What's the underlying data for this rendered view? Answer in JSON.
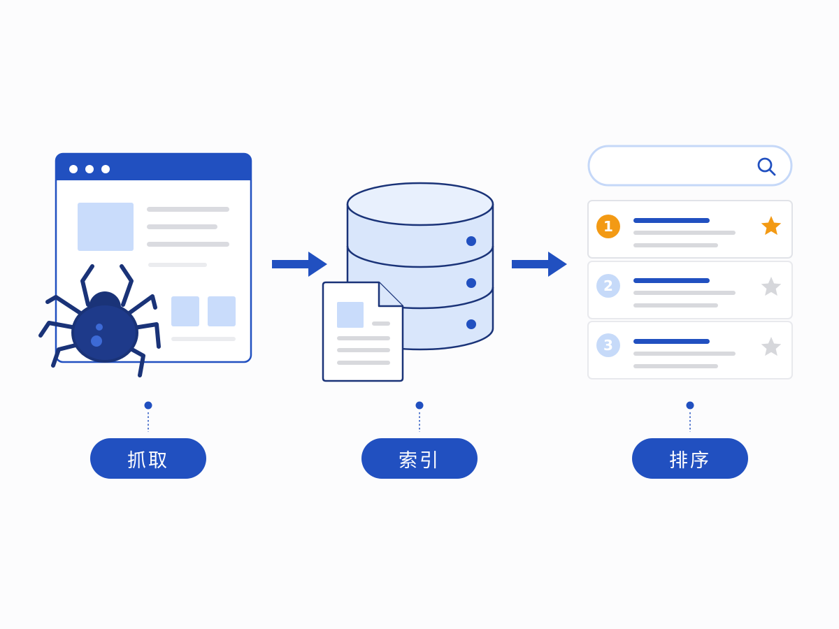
{
  "stages": [
    {
      "label": "抓取",
      "icon": "spider-icon"
    },
    {
      "label": "索引",
      "icon": "database-icon"
    },
    {
      "label": "排序",
      "icon": "ranked-results-icon"
    }
  ],
  "results": [
    {
      "rank": "1",
      "highlighted": true
    },
    {
      "rank": "2",
      "highlighted": false
    },
    {
      "rank": "3",
      "highlighted": false
    }
  ],
  "colors": {
    "primary": "#2150c0",
    "dark_navy": "#1a3378",
    "light_blue": "#d6e4fb",
    "accent_orange": "#f39a14",
    "placeholder_gray": "#d8d9dd"
  }
}
